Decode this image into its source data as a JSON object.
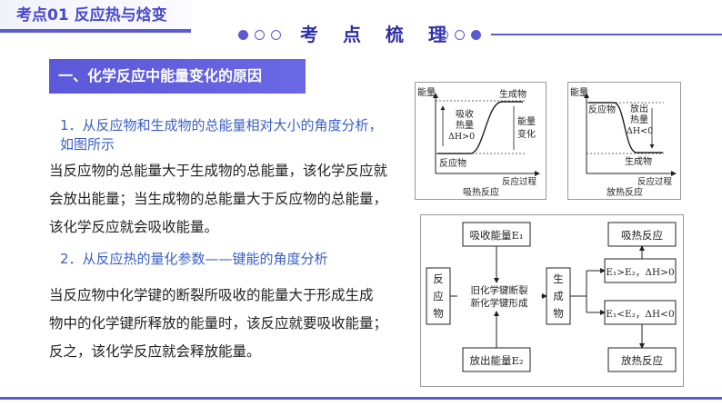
{
  "header": {
    "tag": "考点01  反应热与焓变",
    "center_title": "考 点 梳 理"
  },
  "section": {
    "banner": "一、化学反应中能量变化的原因",
    "point1_title_line1": "1．从反应物和生成物的总能量相对大小的角度分析，",
    "point1_title_line2": "如图所示",
    "point1_body": [
      "当反应物的总能量大于生成物的总能量，该化学反应就",
      "会放出能量；当生成物的总能量大于反应物的总能量，",
      "该化学反应就会吸收能量。"
    ],
    "point2_title": "2．从反应热的量化参数——键能的角度分析",
    "point2_body": [
      "当反应物中化学键的断裂所吸收的能量大于形成生成",
      "物中的化学键所释放的能量时，该反应就要吸收能量；",
      "反之，该化学反应就会释放能量。"
    ]
  },
  "endo_diagram": {
    "y_axis": "能量",
    "top_label": "生成物",
    "middle_label_1": "吸收",
    "middle_label_2": "热量",
    "middle_label_3": "ΔH>0",
    "right_label_1": "能量",
    "right_label_2": "变化",
    "bottom_label": "反应物",
    "x_axis": "反应过程",
    "caption": "吸热反应"
  },
  "exo_diagram": {
    "y_axis": "能量",
    "top_label": "反应物",
    "middle_label_1": "放出",
    "middle_label_2": "热量",
    "middle_label_3": "ΔH<0",
    "bottom_label": "生成物",
    "x_axis": "反应过程",
    "caption": "放热反应"
  },
  "flowchart": {
    "absorb": "吸收能量E₁",
    "reactant": [
      "反",
      "应",
      "物"
    ],
    "bond_1": "旧化学键断裂",
    "bond_2": "新化学键形成",
    "product": [
      "生",
      "成",
      "物"
    ],
    "release": "放出能量E₂",
    "cond_endo": "E₁>E₂，ΔH>0",
    "cond_exo": "E₁<E₂，ΔH<0",
    "result_endo": "吸热反应",
    "result_exo": "放热反应"
  },
  "colors": {
    "accent": "#5b5bd6",
    "banner": "#5b58d9",
    "subtitle": "#3a5fc8"
  }
}
